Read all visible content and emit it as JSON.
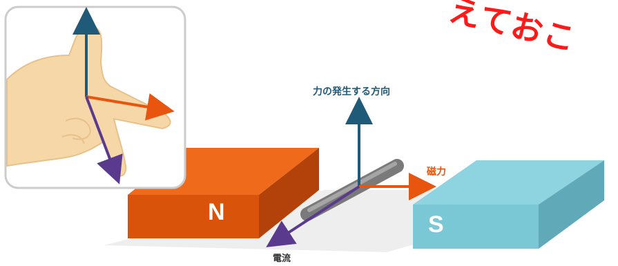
{
  "labels": {
    "force": "力の発生する方向",
    "magnetic": "磁力",
    "current": "電流"
  },
  "poles": {
    "north": "N",
    "south": "S"
  },
  "annotation": {
    "text": "えておこ",
    "color": "#ff1a1a"
  },
  "colors": {
    "north_magnet": "#e35a0c",
    "south_magnet": "#7ac7d6",
    "force_arrow": "#1f5a78",
    "magnetic_arrow": "#e8550f",
    "current_arrow": "#5a3a8c",
    "conductor": "#8c8c8c",
    "hand_skin": "#f6d7a8"
  }
}
